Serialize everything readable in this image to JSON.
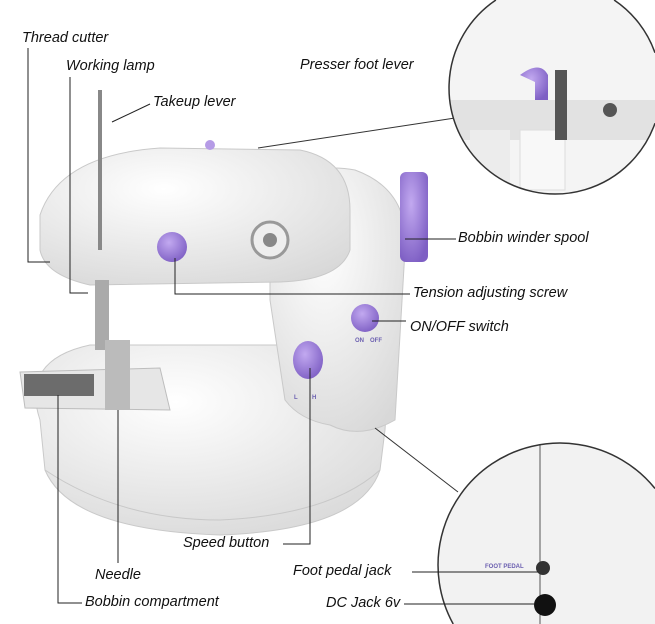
{
  "labels": {
    "thread_cutter": "Thread cutter",
    "working_lamp": "Working lamp",
    "takeup_lever": "Takeup lever",
    "presser_foot_lever": "Presser foot lever",
    "bobbin_winder_spool": "Bobbin winder spool",
    "tension_adjusting_screw": "Tension adjusting screw",
    "on_off_switch": "ON/OFF switch",
    "speed_button": "Speed button",
    "needle": "Needle",
    "bobbin_compartment": "Bobbin compartment",
    "foot_pedal_jack": "Foot pedal jack",
    "dc_jack": "DC Jack 6v"
  },
  "machine_markings": {
    "on": "ON",
    "off": "OFF",
    "low": "L",
    "high": "H",
    "foot_pedal": "FOOT PEDAL"
  },
  "colors": {
    "accent_purple": "#9b7fd6",
    "body_white": "#f1f1f1",
    "shadow_grey": "#d9d9d9"
  }
}
